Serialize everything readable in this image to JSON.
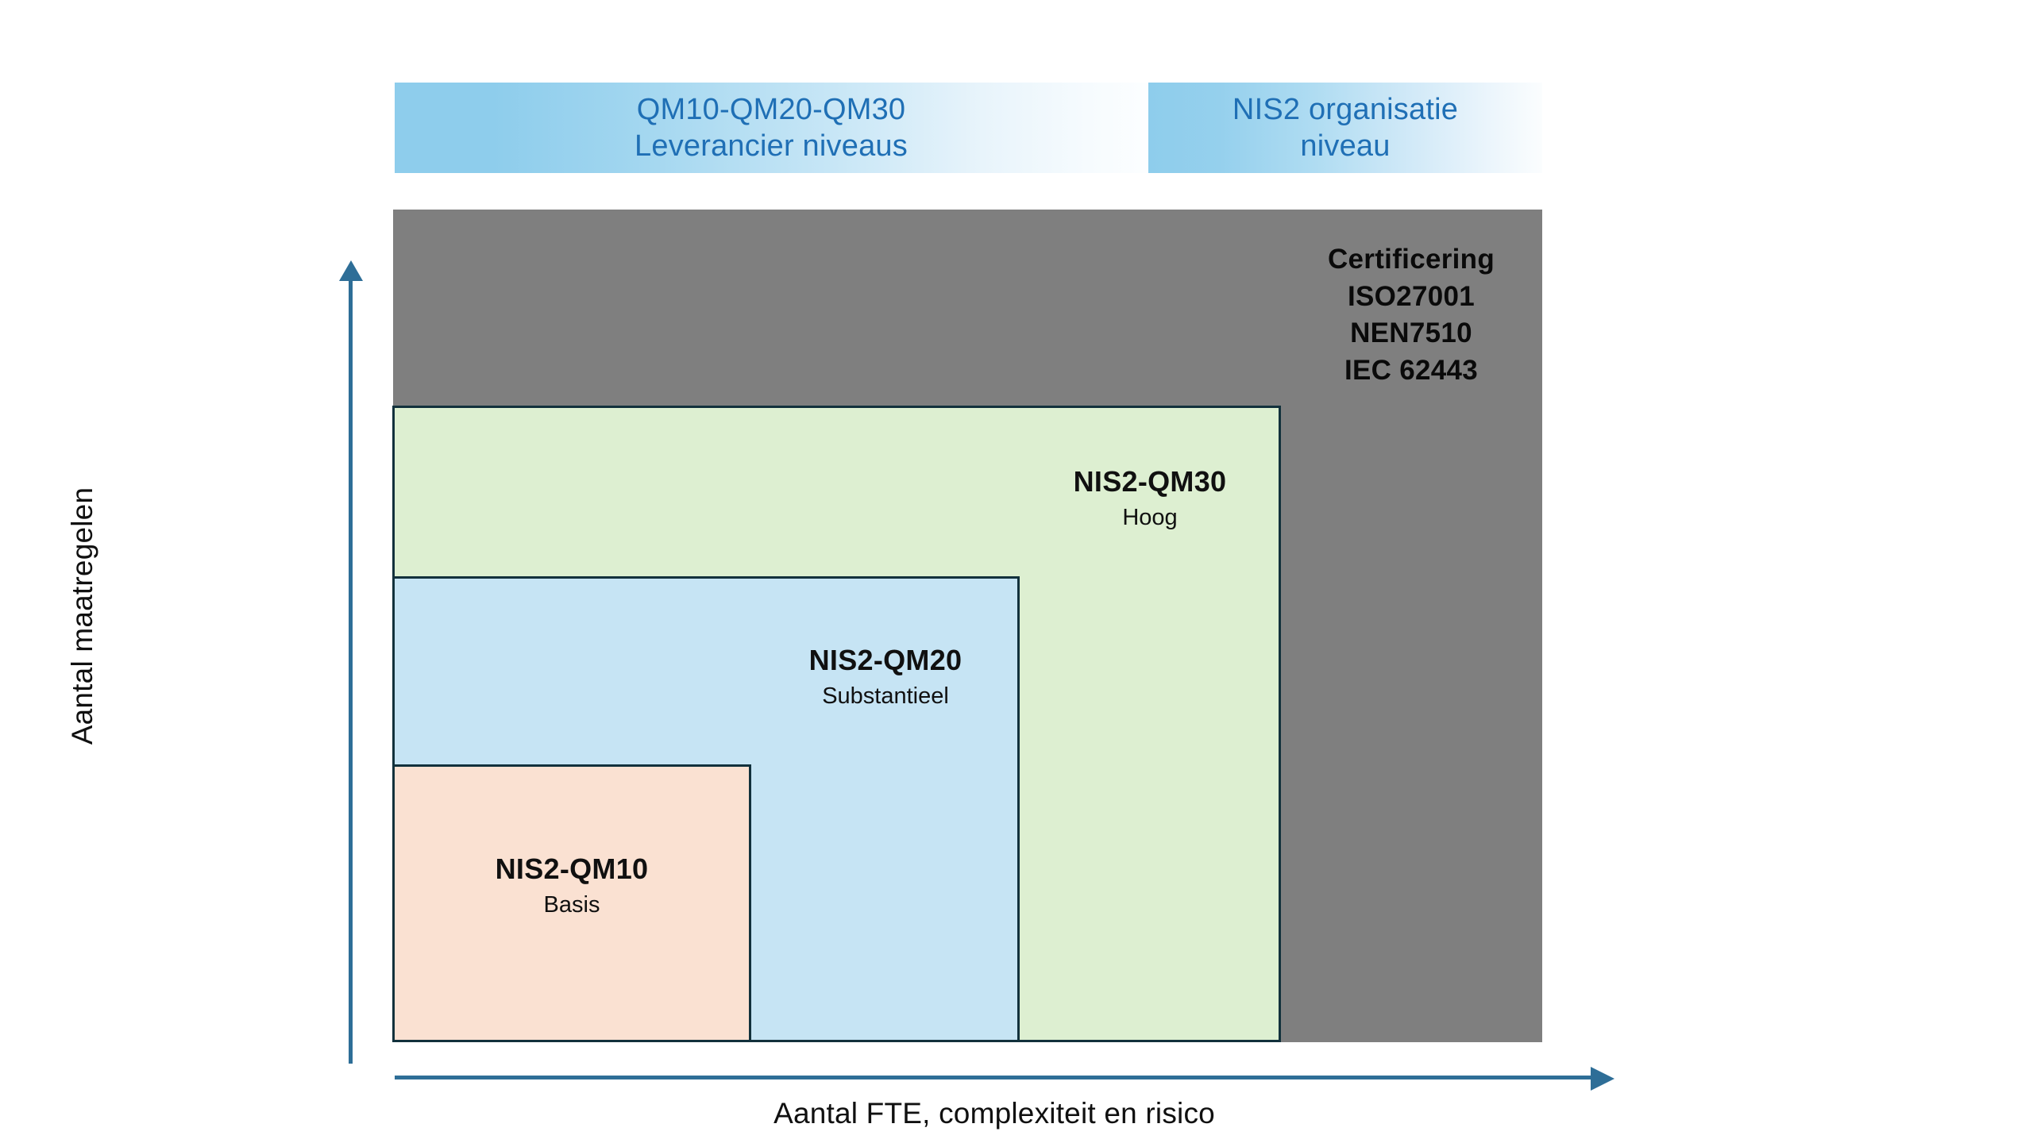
{
  "banners": [
    {
      "id": "supplier-levels",
      "text": "QM10-QM20-QM30\nLeverancier niveaus",
      "color": "#1F6FB5",
      "gradient_from": "#8ECDEC",
      "gradient_to": "#FFFFFF"
    },
    {
      "id": "organisation-level",
      "text": "NIS2 organisatie\nniveau",
      "color": "#1F6FB5",
      "gradient_from": "#8ECDEC",
      "gradient_to": "#FFFFFF"
    }
  ],
  "axes": {
    "y_title": "Aantal maatregelen",
    "x_title": "Aantal FTE, complexiteit en risico",
    "axis_color": "#2E6E97"
  },
  "boxes": {
    "certification": {
      "lines": [
        "Certificering",
        "ISO27001",
        "NEN7510",
        "IEC 62443"
      ],
      "fill": "#7F7F7F"
    },
    "qm30": {
      "title": "NIS2-QM30",
      "subtitle": "Hoog",
      "fill": "#DDEFD1",
      "border": "#12313C"
    },
    "qm20": {
      "title": "NIS2-QM20",
      "subtitle": "Substantieel",
      "fill": "#C6E4F4",
      "border": "#12313C"
    },
    "qm10": {
      "title": "NIS2-QM10",
      "subtitle": "Basis",
      "fill": "#FAE1D2",
      "border": "#12313C"
    }
  }
}
